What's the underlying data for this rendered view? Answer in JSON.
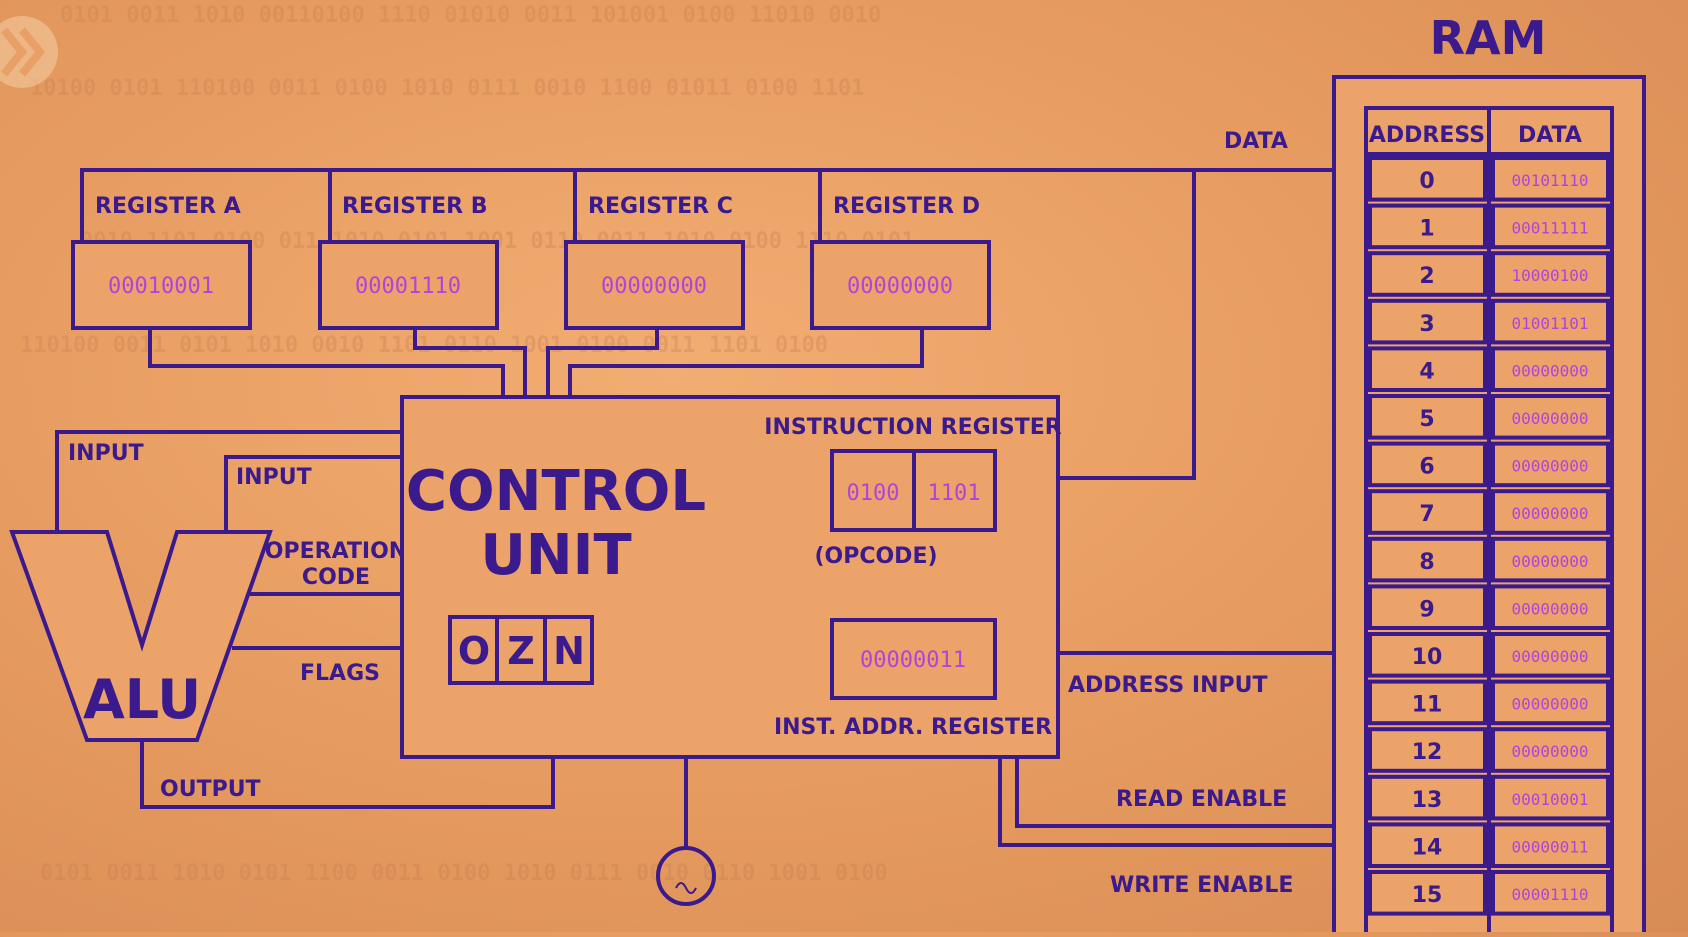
{
  "registers": [
    {
      "label": "REGISTER A",
      "value": "00010001"
    },
    {
      "label": "REGISTER B",
      "value": "00001110"
    },
    {
      "label": "REGISTER C",
      "value": "00000000"
    },
    {
      "label": "REGISTER D",
      "value": "00000000"
    }
  ],
  "control_unit": {
    "title_line1": "CONTROL",
    "title_line2": "UNIT",
    "instruction_register_label": "INSTRUCTION REGISTER",
    "opcode": "0100",
    "operand": "1101",
    "opcode_label": "(OPCODE)",
    "inst_addr_value": "00000011",
    "inst_addr_label": "INST. ADDR. REGISTER",
    "flags": [
      "O",
      "Z",
      "N"
    ]
  },
  "alu": {
    "label": "ALU",
    "input_a_label": "INPUT",
    "input_b_label": "INPUT",
    "opcode_label_line1": "OPERATION",
    "opcode_label_line2": "CODE",
    "flags_label": "FLAGS",
    "output_label": "OUTPUT"
  },
  "bus_labels": {
    "data": "DATA",
    "address_input": "ADDRESS INPUT",
    "read_enable": "READ ENABLE",
    "write_enable": "WRITE ENABLE"
  },
  "ram": {
    "title": "RAM",
    "address_header": "ADDRESS",
    "data_header": "DATA",
    "rows": [
      {
        "address": "0",
        "data": "00101110"
      },
      {
        "address": "1",
        "data": "00011111"
      },
      {
        "address": "2",
        "data": "10000100"
      },
      {
        "address": "3",
        "data": "01001101"
      },
      {
        "address": "4",
        "data": "00000000"
      },
      {
        "address": "5",
        "data": "00000000"
      },
      {
        "address": "6",
        "data": "00000000"
      },
      {
        "address": "7",
        "data": "00000000"
      },
      {
        "address": "8",
        "data": "00000000"
      },
      {
        "address": "9",
        "data": "00000000"
      },
      {
        "address": "10",
        "data": "00000000"
      },
      {
        "address": "11",
        "data": "00000000"
      },
      {
        "address": "12",
        "data": "00000000"
      },
      {
        "address": "13",
        "data": "00010001"
      },
      {
        "address": "14",
        "data": "00000011"
      },
      {
        "address": "15",
        "data": "00001110"
      }
    ]
  },
  "colors": {
    "ink": "#3a1a8c",
    "value": "#b044d8",
    "background": "#e9a066"
  }
}
